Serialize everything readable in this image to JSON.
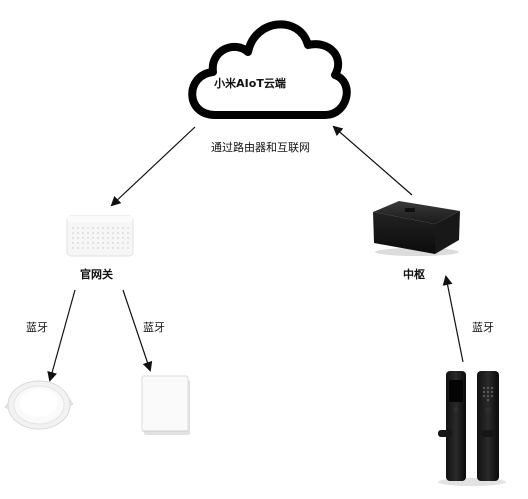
{
  "cloud": {
    "label": "小米AIoT云端"
  },
  "links": {
    "internet_label": "通过路由器和互联网",
    "bluetooth_left_1": "蓝牙",
    "bluetooth_left_2": "蓝牙",
    "bluetooth_right": "蓝牙"
  },
  "devices": {
    "gateway_label": "官网关",
    "hub_label": "中枢"
  }
}
